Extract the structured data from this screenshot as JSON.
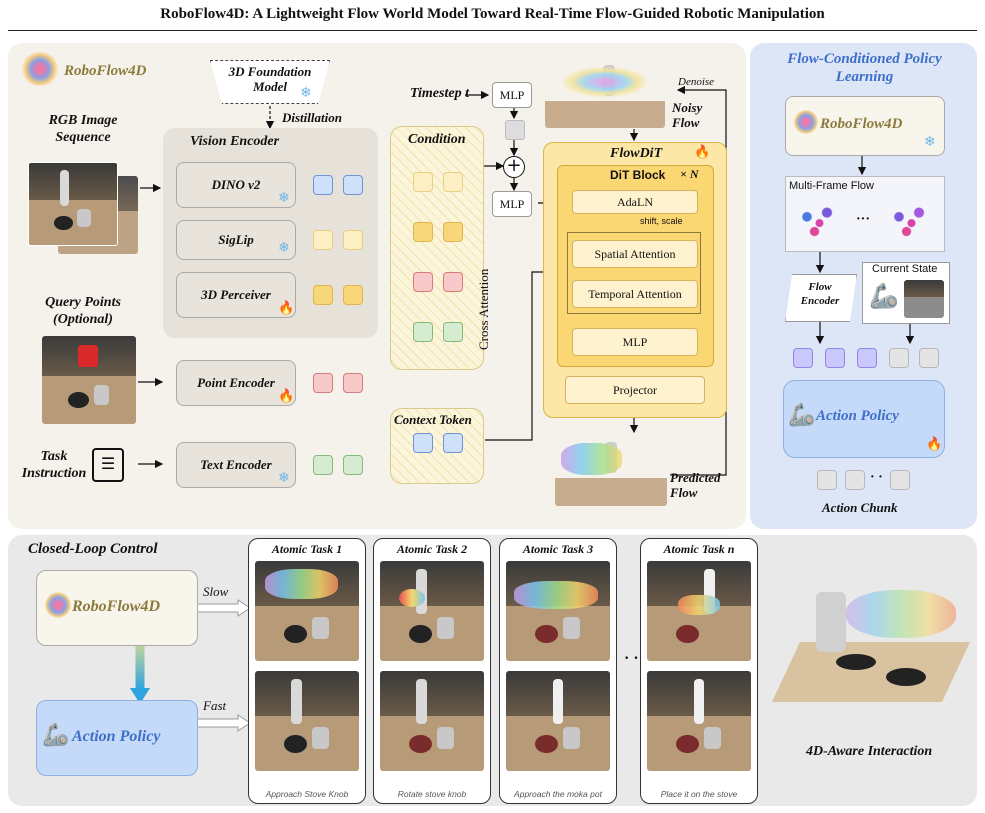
{
  "title": "RoboFlow4D: A Lightweight Flow World Model Toward Real-Time Flow-Guided Robotic Manipulation",
  "logo_text": "RoboFlow4D",
  "left": {
    "rgb_label": "RGB Image Sequence",
    "query_label": "Query Points (Optional)",
    "task_label": "Task Instruction",
    "foundation": "3D Foundation Model",
    "distillation": "Distillation",
    "vision_encoder": "Vision Encoder",
    "encoders": [
      "DINO v2",
      "SigLip",
      "3D Perceiver"
    ],
    "point_encoder": "Point Encoder",
    "text_encoder": "Text Encoder",
    "condition": "Condition",
    "context_token": "Context Token",
    "timestep": "Timestep t",
    "mlp": "MLP",
    "plus": "+",
    "cross_attention": "Cross Attention",
    "flowdit": "FlowDiT",
    "dit_block": "DiT Block",
    "dit_n": "× N",
    "adaln": "AdaLN",
    "shift_scale": "shift, scale",
    "spatial": "Spatial Attention",
    "temporal": "Temporal Attention",
    "projector": "Projector",
    "noisy_flow": "Noisy Flow",
    "denoise": "Denoise",
    "predicted_flow": "Predicted Flow"
  },
  "right": {
    "title": "Flow-Conditioned Policy Learning",
    "multi_frame_flow": "Multi-Frame Flow",
    "dots": "···",
    "flow_encoder": "Flow Encoder",
    "current_state": "Current State",
    "action_policy": "Action Policy",
    "action_chunk": "Action Chunk",
    "chunk_dots": "· ·"
  },
  "bottom": {
    "title": "Closed-Loop Control",
    "slow": "Slow",
    "fast": "Fast",
    "action_policy": "Action Policy",
    "tasks": [
      {
        "title": "Atomic Task 1",
        "caption": "Approach Stove Knob"
      },
      {
        "title": "Atomic Task 2",
        "caption": "Rotate stove knob"
      },
      {
        "title": "Atomic Task 3",
        "caption": "Approach the moka pot"
      },
      {
        "title": "Atomic Task n",
        "caption": "Place it on the stove"
      }
    ],
    "ellipsis": "· ·",
    "interaction": "4D-Aware Interaction"
  },
  "colors": {
    "left_bg": "#f5f2ec",
    "right_bg": "#dde6f6",
    "bottom_bg": "#e9e9e9",
    "dit_bg": "#fde7a6",
    "dit_inner": "#fbd774"
  },
  "icons": [
    "snowflake-icon",
    "fire-icon",
    "document-icon",
    "robot-arm-icon",
    "point-cloud-logo"
  ]
}
